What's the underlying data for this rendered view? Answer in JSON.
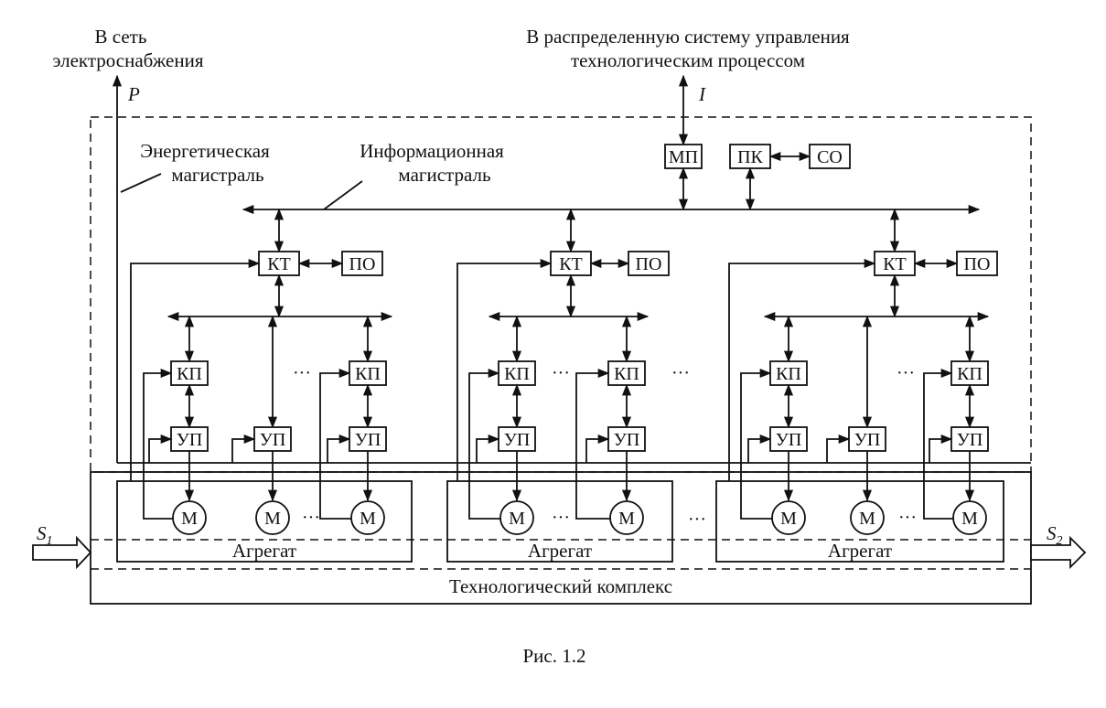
{
  "top_labels": {
    "power_line1": "В сеть",
    "power_line2": "электроснабжения",
    "control_line1": "В распределенную систему управления",
    "control_line2": "технологическим процессом",
    "p_symbol": "P",
    "i_symbol": "I"
  },
  "bus_labels": {
    "energy_line1": "Энергетическая",
    "energy_line2": "магистраль",
    "info_line1": "Информационная",
    "info_line2": "магистраль"
  },
  "blocks": {
    "mp": "МП",
    "pk": "ПК",
    "so": "СО",
    "kt": "КТ",
    "po": "ПО",
    "kp": "КП",
    "up": "УП",
    "m": "М"
  },
  "ellipsis": "···",
  "aggregate_label": "Агрегат",
  "complex_label": "Технологический комплекс",
  "flows": {
    "s1": "S",
    "s1_sub": "1",
    "s2": "S",
    "s2_sub": "2"
  },
  "caption": "Рис. 1.2"
}
